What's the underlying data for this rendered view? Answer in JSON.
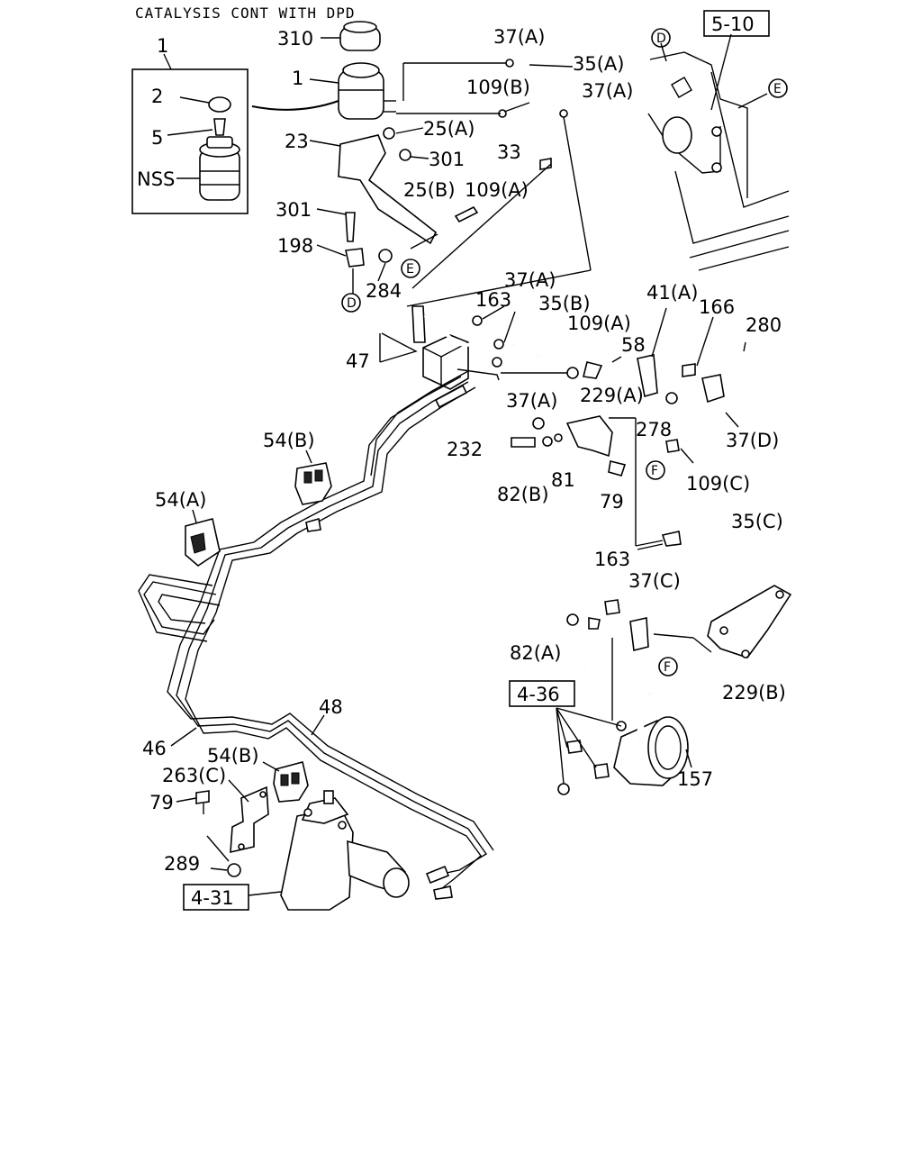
{
  "header": {
    "title": "CATALYSIS CONT WITH DPD"
  },
  "callouts": {
    "c1_group": "1",
    "c310": "310",
    "c1": "1",
    "c2": "2",
    "c5": "5",
    "cNSS": "NSS",
    "c23": "23",
    "c301a": "301",
    "c301b": "301",
    "c198": "198",
    "c284": "284",
    "c25a": "25(A)",
    "c25b": "25(B)",
    "c37a_top": "37(A)",
    "c35a": "35(A)",
    "c109b": "109(B)",
    "c37a_top2": "37(A)",
    "c33": "33",
    "c109a_top": "109(A)",
    "c47": "47",
    "c163a": "163",
    "c37a_mid": "37(A)",
    "c35b": "35(B)",
    "c109a_mid": "109(A)",
    "c37a_low": "37(A)",
    "c41a": "41(A)",
    "c166": "166",
    "c280": "280",
    "c58": "58",
    "c229a": "229(A)",
    "c278": "278",
    "c37d": "37(D)",
    "c232": "232",
    "c82b": "82(B)",
    "c81": "81",
    "c79a": "79",
    "c109c": "109(C)",
    "c54b_top": "54(B)",
    "c54a": "54(A)",
    "c35c": "35(C)",
    "c163b": "163",
    "c37c": "37(C)",
    "c82a": "82(A)",
    "c229b": "229(B)",
    "c157": "157",
    "c48": "48",
    "c46": "46",
    "c54b_low": "54(B)",
    "c263c": "263(C)",
    "c79b": "79",
    "c289": "289"
  },
  "references": {
    "ref_5_10": "5-10",
    "ref_4_36": "4-36",
    "ref_4_31": "4-31"
  },
  "markers": {
    "d_top": "D",
    "e_top": "E",
    "e_mid": "E",
    "d_mid": "D",
    "f_mid": "F",
    "f_low": "F"
  }
}
